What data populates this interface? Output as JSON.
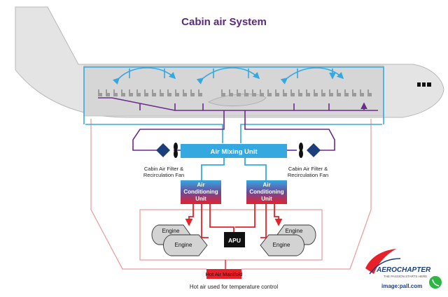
{
  "title": "Cabin air System",
  "labels": {
    "air_mixing_unit": "Air Mixing Unit",
    "acu_left_line1": "Air",
    "acu_left_line2": "Conditioning",
    "acu_left_line3": "Unit",
    "acu_right_line1": "Air",
    "acu_right_line2": "Conditioning",
    "acu_right_line3": "Unit",
    "filter_left_line1": "Cabin Air Filter &",
    "filter_left_line2": "Recirculation Fan",
    "filter_right_line1": "Cabin Air Filter &",
    "filter_right_line2": "Recirculation Fan",
    "engine_1": "Engine",
    "engine_2": "Engine",
    "engine_3": "Engine",
    "engine_4": "Engine",
    "apu": "APU",
    "hot_air_manifold": "Hot Air Manifold",
    "hot_air_caption": "Hot air used for temperature control"
  },
  "branding": {
    "logo_text": "AEROCHAPTER",
    "tagline": "THE PASSION STARTS HERE",
    "credit": "image:pall.com"
  },
  "colors": {
    "blue": "#35a8e0",
    "purple": "#6b2a8c",
    "red": "#e8202a",
    "pink": "#e99a9a",
    "navy": "#1c3f7c",
    "fuselage": "#e4e4e4"
  }
}
